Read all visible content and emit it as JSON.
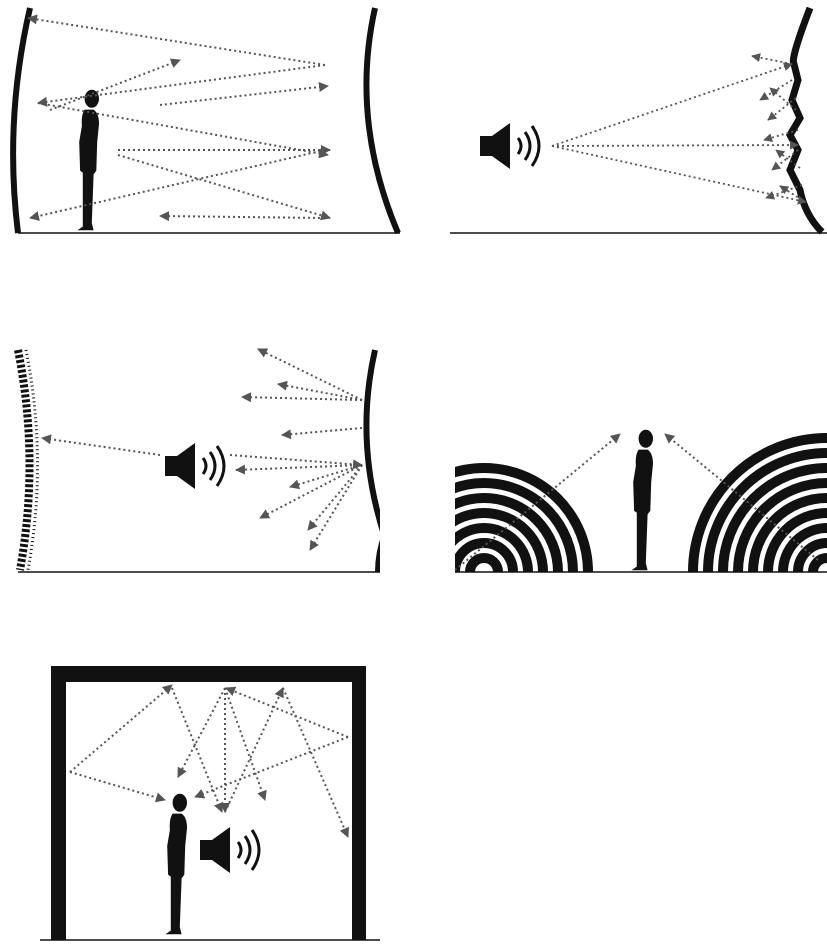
{
  "figure": {
    "panels": [
      {
        "id": "concave-wall-echo",
        "elements": [
          "left-curved-wall",
          "right-curved-wall",
          "person",
          "reflection-arrows"
        ]
      },
      {
        "id": "rough-surface-scattering",
        "elements": [
          "speaker-icon",
          "rough-concave-wall",
          "scattered-arrows"
        ]
      },
      {
        "id": "absorptive-and-reflective-walls",
        "elements": [
          "absorptive-textured-wall",
          "speaker-icon",
          "reflective-curved-wall",
          "reflected-arrows"
        ]
      },
      {
        "id": "concentric-wave-domes",
        "elements": [
          "left-concentric-arcs",
          "right-concentric-arcs",
          "person",
          "arrows-to-head"
        ]
      },
      {
        "id": "enclosed-room-reflections",
        "elements": [
          "room-frame",
          "person",
          "speaker-icon",
          "ceiling-reflection-arrows"
        ]
      }
    ],
    "colors": {
      "ink": "#111111",
      "arrow": "#555555",
      "background": "#ffffff"
    }
  }
}
